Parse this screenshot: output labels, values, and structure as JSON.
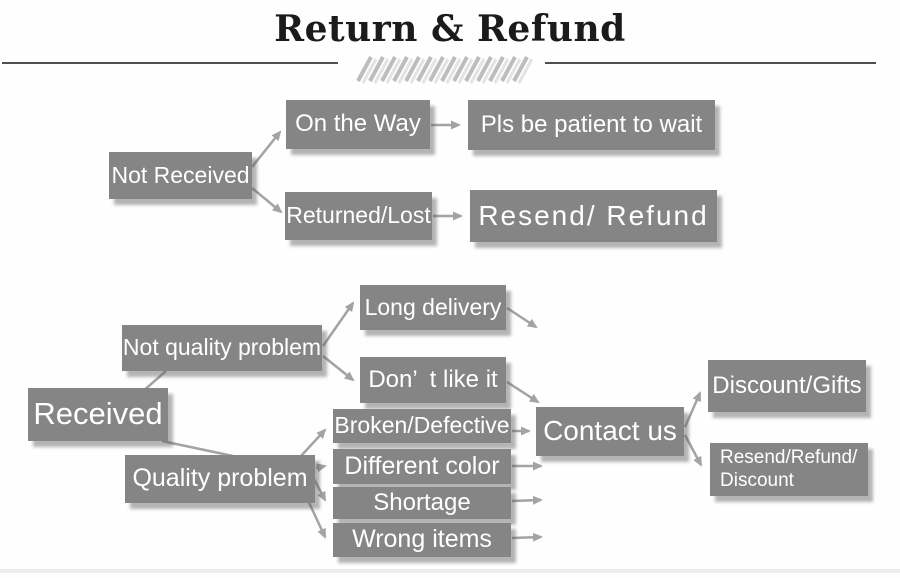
{
  "page": {
    "title": "Return & Refund"
  },
  "flowchart": {
    "top": {
      "not_received": "Not Received",
      "on_the_way": "On the Way",
      "pls_wait": "Pls be patient to wait",
      "returned_lost": "Returned/Lost",
      "resend_refund": "Resend/ Refund"
    },
    "bottom": {
      "received": "Received",
      "not_quality_problem": "Not quality problem",
      "long_delivery": "Long delivery",
      "dont_like_it": "Don’ t like it",
      "quality_problem": "Quality problem",
      "broken_defective": "Broken/Defective",
      "different_color": "Different color",
      "shortage": "Shortage",
      "wrong_items": "Wrong items",
      "contact_us": "Contact us",
      "discount_gifts": "Discount/Gifts",
      "resend_refund_discount_line1": "Resend/Refund/",
      "resend_refund_discount_line2": "Discount"
    }
  },
  "colors": {
    "box_fill": "#858585",
    "box_text": "#ffffff",
    "arrow": "#a3a3a3",
    "title_text": "#1b1b1b",
    "rule": "#4f4f4f",
    "hatch": "#bdbdbd"
  }
}
